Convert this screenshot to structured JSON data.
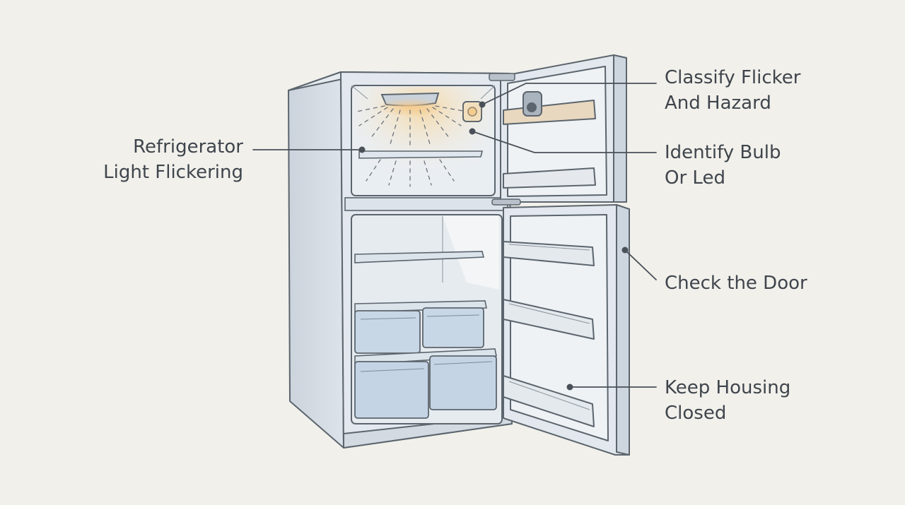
{
  "diagram": {
    "subject": "refrigerator with open doors",
    "callouts": [
      {
        "id": "refrigerator-light-flickering",
        "side": "left",
        "lines": [
          "Refrigerator",
          "Light Flickering"
        ]
      },
      {
        "id": "classify-flicker-and-hazard",
        "side": "right",
        "lines": [
          "Classify Flicker",
          "And Hazard"
        ]
      },
      {
        "id": "identify-bulb-or-led",
        "side": "right",
        "lines": [
          "Identify Bulb",
          "Or Led"
        ]
      },
      {
        "id": "check-the-door",
        "side": "right",
        "lines": [
          "Check the Door"
        ]
      },
      {
        "id": "keep-housing-closed",
        "side": "right",
        "lines": [
          "Keep Housing",
          "Closed"
        ]
      }
    ],
    "colors": {
      "background": "#f1f0eb",
      "outline": "#5c656d",
      "fridge_body": "#dfe5ec",
      "interior": "#e7ecf1",
      "bins": "#c7d6e6",
      "light_glow": "#f2c27e",
      "leader_line": "#4a5058"
    }
  }
}
